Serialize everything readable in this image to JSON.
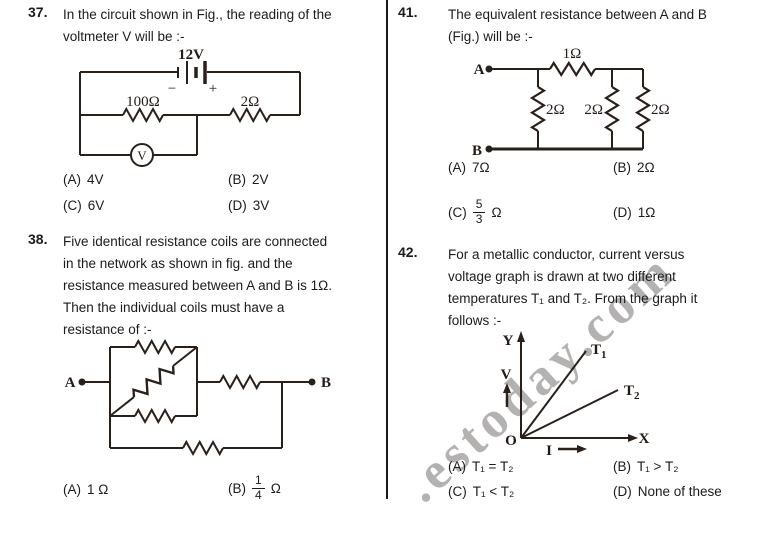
{
  "watermark": {
    "text": ".estoday.com"
  },
  "q37": {
    "number": "37.",
    "lines": [
      "In the circuit shown in Fig., the reading of the",
      "voltmeter V will be :-"
    ],
    "circuit": {
      "voltage": "12V",
      "minus": "−",
      "plus": "+",
      "r1": "100Ω",
      "r2": "2Ω",
      "meter": "V"
    },
    "options": [
      {
        "label": "(A)",
        "text": "4V"
      },
      {
        "label": "(B)",
        "text": "2V"
      },
      {
        "label": "(C)",
        "text": "6V"
      },
      {
        "label": "(D)",
        "text": "3V"
      }
    ]
  },
  "q38": {
    "number": "38.",
    "lines": [
      "Five identical resistance coils are connected",
      "in the network as shown in fig. and the",
      "resistance measured between A and B is 1Ω.",
      "Then the individual coils must have a",
      "resistance of :-"
    ],
    "circuit": {
      "node_a": "A",
      "node_b": "B"
    },
    "options": [
      {
        "label": "(A)",
        "text": "1 Ω"
      },
      {
        "label": "(B)",
        "num": "1",
        "den": "4",
        "suffix": "Ω"
      }
    ]
  },
  "q41": {
    "number": "41.",
    "lines": [
      "The equivalent resistance between A and B",
      "(Fig.) will be :-"
    ],
    "circuit": {
      "node_a": "A",
      "node_b": "B",
      "r_top": "1Ω",
      "r_left": "2Ω",
      "r_mid": "2Ω",
      "r_right": "2Ω"
    },
    "options": [
      {
        "label": "(A)",
        "text": "7Ω"
      },
      {
        "label": "(B)",
        "text": "2Ω"
      },
      {
        "label": "(C)",
        "num": "5",
        "den": "3",
        "suffix": "Ω"
      },
      {
        "label": "(D)",
        "text": "1Ω"
      }
    ]
  },
  "q42": {
    "number": "42.",
    "lines": [
      "For a metallic conductor, current versus",
      "voltage graph is drawn at two different",
      "temperatures T₁ and T₂. From the graph it",
      "follows :-"
    ],
    "graph": {
      "axis_y": "Y",
      "axis_x": "X",
      "origin": "O",
      "v_label": "V",
      "i_label": "I",
      "t1": "T",
      "t1_sub": "1",
      "t2": "T",
      "t2_sub": "2"
    },
    "options": [
      {
        "label": "(A)",
        "text": "T₁ = T₂"
      },
      {
        "label": "(B)",
        "text": "T₁ > T₂"
      },
      {
        "label": "(C)",
        "text": "T₁ < T₂"
      },
      {
        "label": "(D)",
        "text": "None of these"
      }
    ]
  }
}
